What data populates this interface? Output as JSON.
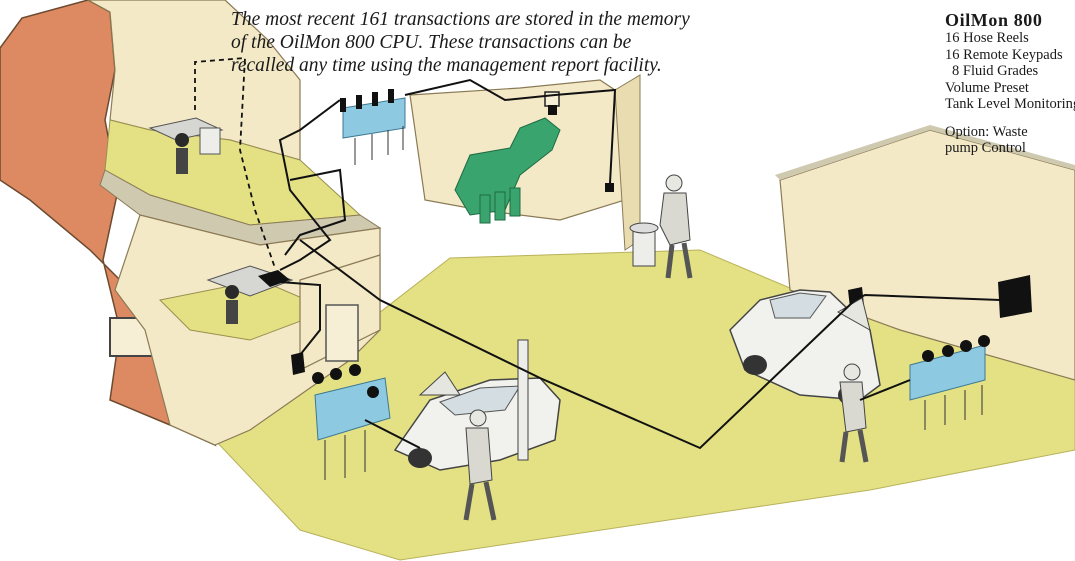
{
  "caption": {
    "lines": [
      "The most recent 161 transactions are stored in the memory",
      "of the OilMon 800 CPU. These transactions can be",
      "recalled any time using the management report facility."
    ]
  },
  "spec": {
    "title": "OilMon 800",
    "features": [
      "16 Hose Reels",
      "16 Remote Keypads",
      "8 Fluid Grades",
      "Volume Preset",
      "Tank Level Monitoring"
    ],
    "option_lines": [
      "Option: Waste",
      "pump Control"
    ]
  },
  "colors": {
    "brick_wall": "#dd8a62",
    "floor": "#e3e184",
    "wall": "#f3e9c6",
    "reel_blue": "#8ec9e2",
    "tank_green": "#3aa46f",
    "cable": "#111111"
  }
}
